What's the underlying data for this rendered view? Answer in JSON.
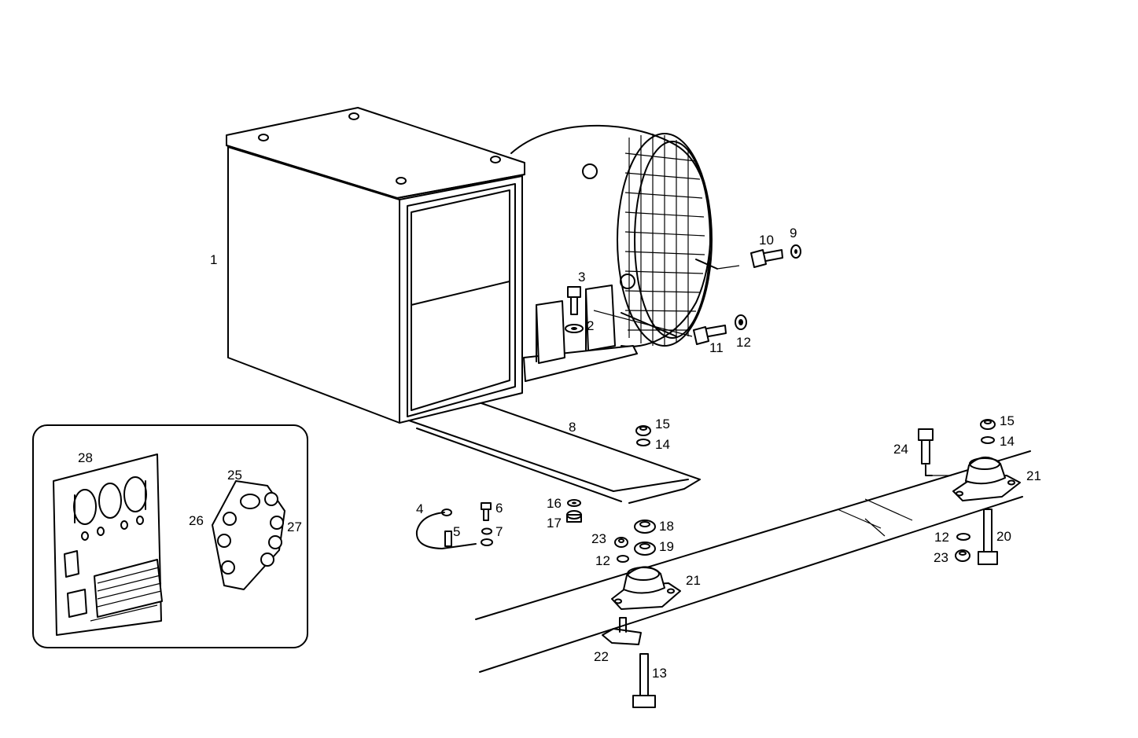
{
  "diagram": {
    "callouts": [
      "1",
      "2",
      "3",
      "4",
      "5",
      "6",
      "7",
      "8",
      "9",
      "10",
      "11",
      "12",
      "12",
      "12",
      "13",
      "14",
      "14",
      "15",
      "15",
      "16",
      "17",
      "18",
      "19",
      "20",
      "21",
      "21",
      "22",
      "23",
      "23",
      "24",
      "25",
      "26",
      "27",
      "28"
    ]
  },
  "colors": {
    "ink": "#000000",
    "paper": "#ffffff"
  }
}
